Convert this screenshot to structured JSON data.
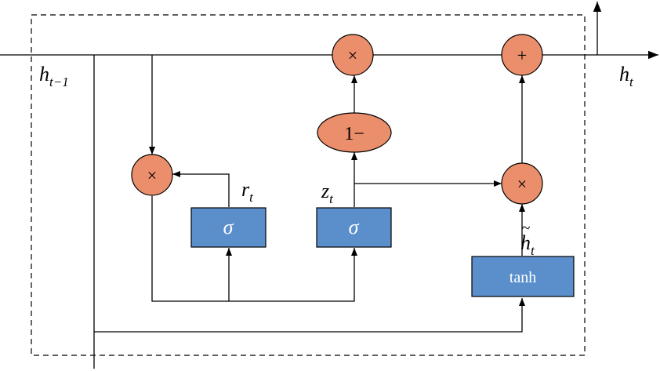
{
  "diagram": {
    "labels": {
      "h_prev": {
        "main": "h",
        "sub": "t−1"
      },
      "h_out": {
        "main": "h",
        "sub": "t"
      },
      "r": {
        "main": "r",
        "sub": "t"
      },
      "z": {
        "main": "z",
        "sub": "t"
      },
      "h_tilde": {
        "main": "h",
        "accent": "~",
        "sub": "t"
      }
    },
    "operators": {
      "multiply_top": "×",
      "add_top": "+",
      "multiply_reset": "×",
      "multiply_update": "×",
      "one_minus": "1−"
    },
    "gates": {
      "reset": "σ",
      "update": "σ",
      "candidate": "tanh"
    },
    "colors": {
      "operator_fill": "#EB8E6B",
      "gate_fill": "#5B8FCB",
      "gate_text": "#FFFFFF",
      "line": "#000000"
    }
  }
}
